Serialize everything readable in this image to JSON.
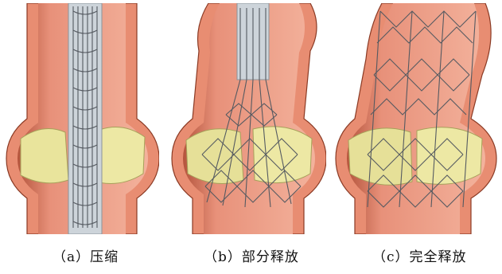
{
  "panels": [
    {
      "id": "a",
      "caption": "（a）压缩"
    },
    {
      "id": "b",
      "caption": "（b）部分释放"
    },
    {
      "id": "c",
      "caption": "（c）完全释放"
    }
  ],
  "colors": {
    "vessel_wall": "#d9785e",
    "vessel_inner": "#f1a489",
    "vessel_edge": "#8a3a24",
    "leaflet": "#e8e39a",
    "leaflet_dark": "#c9c36a",
    "stent_wire": "#5c5f66",
    "sheath": "#c8d0d6"
  }
}
